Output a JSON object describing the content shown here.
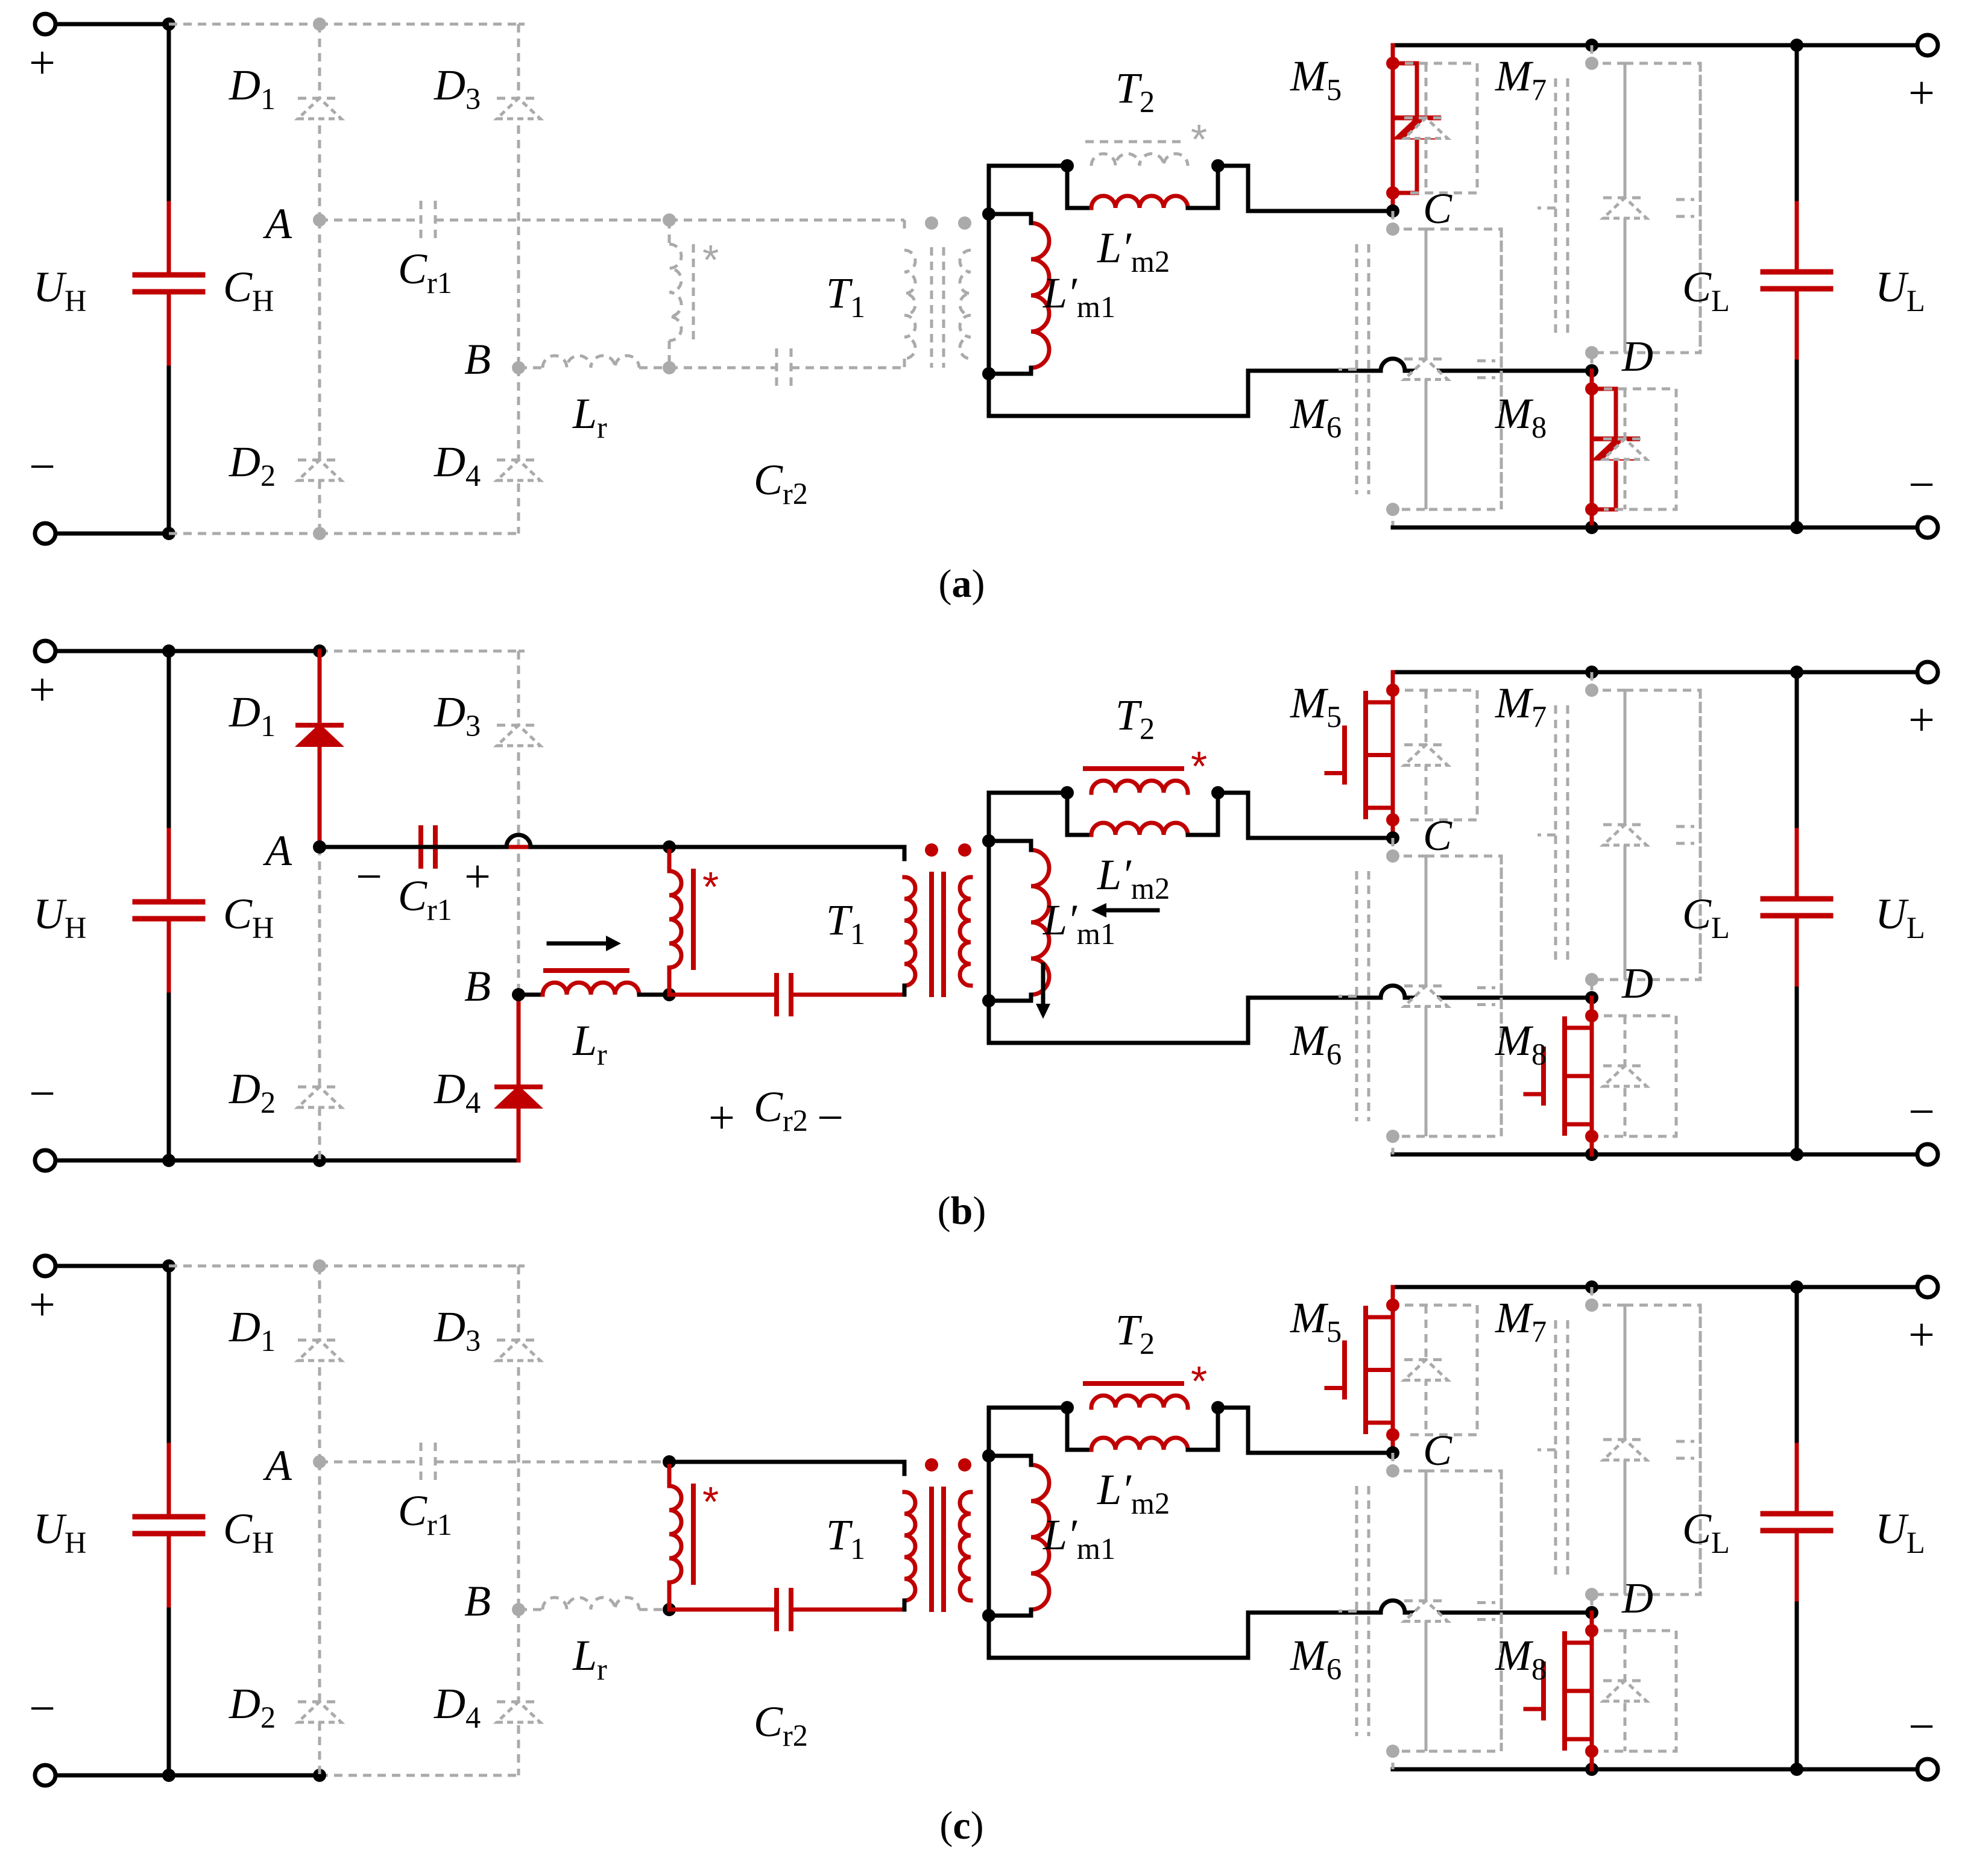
{
  "colors": {
    "active": "#c00000",
    "inactive": "#aaaaaa",
    "wire": "#000000"
  },
  "sign_plus": "+",
  "sign_minus": "−",
  "star": "*",
  "labels": {
    "D1": {
      "main": "D",
      "sub": "1"
    },
    "D2": {
      "main": "D",
      "sub": "2"
    },
    "D3": {
      "main": "D",
      "sub": "3"
    },
    "D4": {
      "main": "D",
      "sub": "4"
    },
    "A": "A",
    "B": "B",
    "C": "C",
    "D": "D",
    "UH": {
      "main": "U",
      "sub": "H"
    },
    "CH": {
      "main": "C",
      "sub": "H"
    },
    "Cr1": {
      "main": "C",
      "sub": "r1"
    },
    "Cr2": {
      "main": "C",
      "sub": "r2"
    },
    "Lr": {
      "main": "L",
      "sub": "r"
    },
    "T1": {
      "main": "T",
      "sub": "1"
    },
    "T2": {
      "main": "T",
      "sub": "2"
    },
    "Lm1": {
      "main": "L′",
      "sub": "m1"
    },
    "Lm2": {
      "main": "L′",
      "sub": "m2"
    },
    "M5": {
      "main": "M",
      "sub": "5"
    },
    "M6": {
      "main": "M",
      "sub": "6"
    },
    "M7": {
      "main": "M",
      "sub": "7"
    },
    "M8": {
      "main": "M",
      "sub": "8"
    },
    "CL": {
      "main": "C",
      "sub": "L"
    },
    "UL": {
      "main": "U",
      "sub": "L"
    }
  },
  "panels": [
    {
      "caption": {
        "open": "(",
        "letter": "a",
        "close": ")"
      }
    },
    {
      "caption": {
        "open": "(",
        "letter": "b",
        "close": ")"
      }
    },
    {
      "caption": {
        "open": "(",
        "letter": "c",
        "close": ")"
      }
    }
  ]
}
